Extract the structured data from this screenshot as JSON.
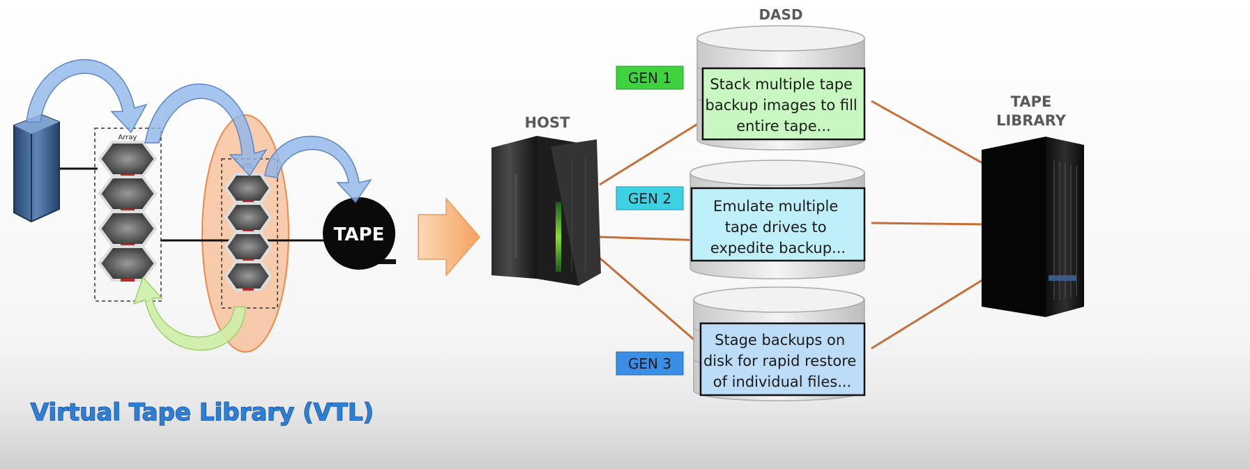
{
  "left": {
    "title": "Virtual Tape Library (VTL)",
    "array_label": "Array",
    "vtl_label": "VTL",
    "tape_label": "TAPE"
  },
  "right": {
    "dasd_label": "DASD",
    "host_label": "HOST",
    "library_label_line1": "TAPE",
    "library_label_line2": "LIBRARY",
    "generations": [
      {
        "label": "GEN 1",
        "color": "#3fd23f",
        "lines": [
          "Stack multiple tape",
          "backup images to fill",
          "entire tape..."
        ],
        "box_color": "#c8f7c2"
      },
      {
        "label": "GEN 2",
        "color": "#3ed1e3",
        "lines": [
          "Emulate multiple",
          "tape drives to",
          "expedite backup..."
        ],
        "box_color": "#bfeff8"
      },
      {
        "label": "GEN 3",
        "color": "#3b8ee6",
        "lines": [
          "Stage backups on",
          "disk for rapid restore",
          "of individual files..."
        ],
        "box_color": "#bcdcf8"
      }
    ]
  },
  "colors": {
    "connector": "#c86d35",
    "arrow_blue": "#8fb5ea",
    "arrow_orange": "#f7b98c",
    "arrow_green": "#cfeea8",
    "vtl_ellipse": "#f6a66b"
  }
}
